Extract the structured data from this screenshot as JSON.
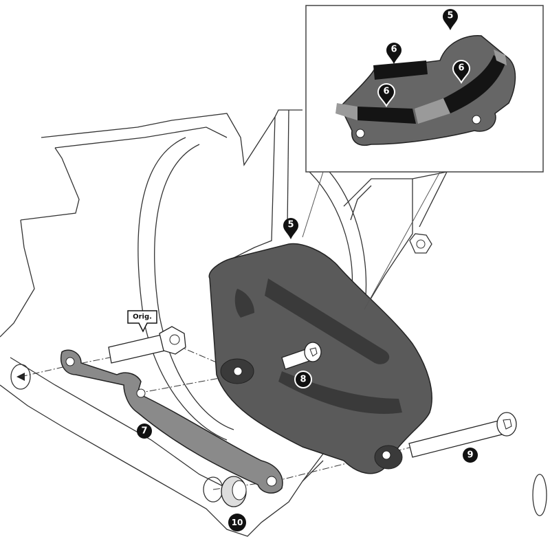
{
  "colors": {
    "part": "#5a5a5a",
    "part_dark": "#3a3a3a",
    "pads": "#141414",
    "pad_light": "#9a9a9a",
    "callout": "#111111",
    "outline": "#333333"
  },
  "inset": {
    "callouts": [
      {
        "id": "inset-5",
        "label": "5"
      },
      {
        "id": "inset-6a",
        "label": "6"
      },
      {
        "id": "inset-6b",
        "label": "6"
      },
      {
        "id": "inset-6c",
        "label": "6"
      }
    ]
  },
  "main": {
    "callouts": [
      {
        "id": "cover",
        "label": "5"
      },
      {
        "id": "bracket",
        "label": "7"
      },
      {
        "id": "short-screw",
        "label": "8"
      },
      {
        "id": "long-screw",
        "label": "9"
      },
      {
        "id": "spacer",
        "label": "10"
      }
    ],
    "orig_tag": "Orig."
  }
}
